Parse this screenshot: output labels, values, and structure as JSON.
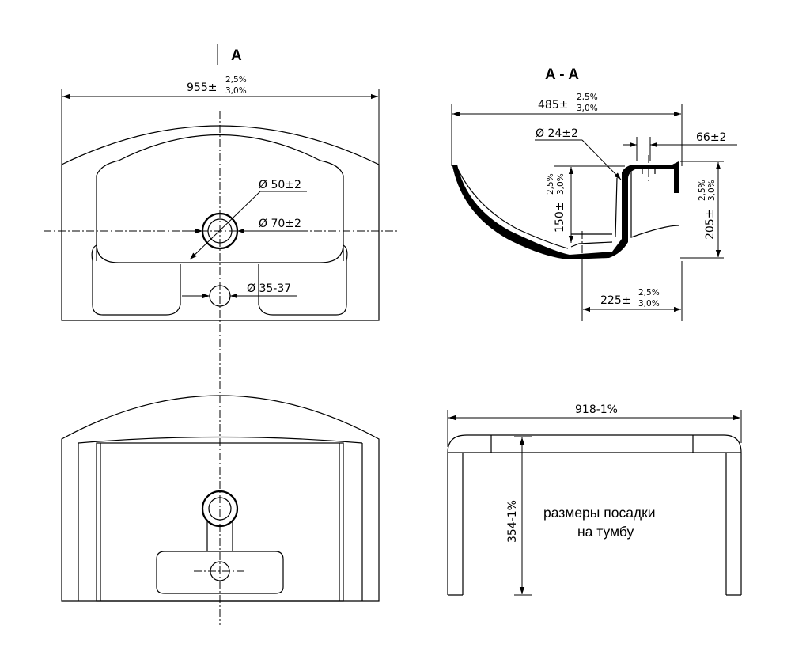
{
  "top_view": {
    "section_mark": "A",
    "width_dim": "955±",
    "width_tol_upper": "2,5%",
    "width_tol_lower": "3,0%",
    "drain_inner_dim": "Ø 50±2",
    "drain_outer_dim": "Ø 70±2",
    "tap_hole_dim": "Ø 35-37"
  },
  "section_view": {
    "title": "A - A",
    "depth_dim": "485±",
    "depth_tol_upper": "2,5%",
    "depth_tol_lower": "3,0%",
    "hole_dim": "Ø 24±2",
    "rim_dim": "66±2",
    "bowl_height_dim": "150±",
    "bowl_height_tol_upper": "2,5%",
    "bowl_height_tol_lower": "3,0%",
    "total_height_dim": "205±",
    "total_height_tol_upper": "2,5%",
    "total_height_tol_lower": "3,0%",
    "back_dim": "225±",
    "back_tol_upper": "2,5%",
    "back_tol_lower": "3,0%"
  },
  "mount_view": {
    "width_dim": "918-1%",
    "height_dim": "354-1%",
    "caption_line1": "размеры посадки",
    "caption_line2": "на тумбу"
  }
}
